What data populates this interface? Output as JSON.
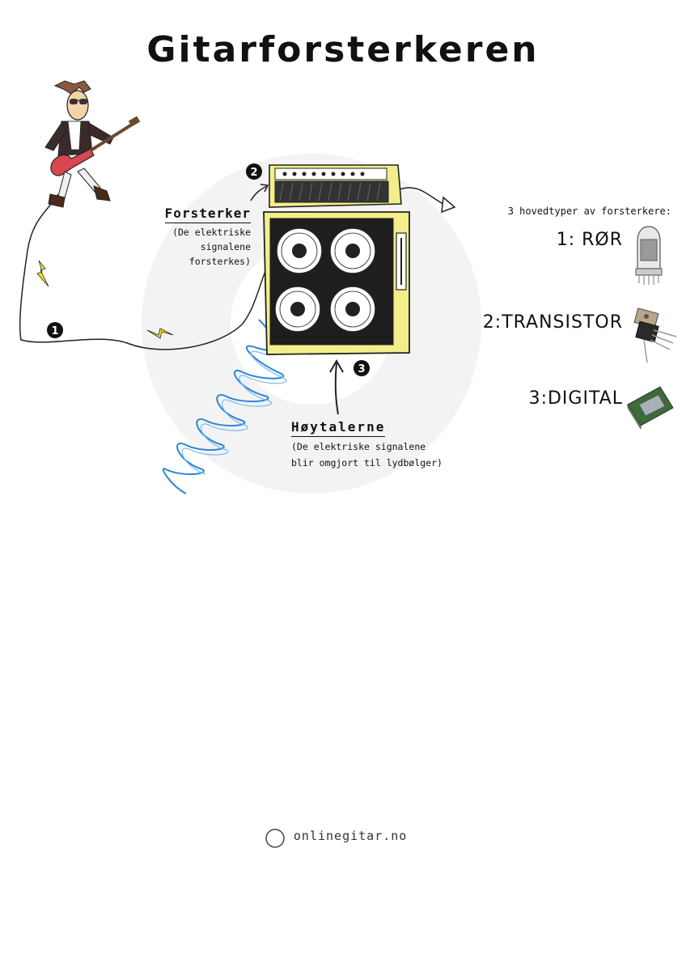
{
  "title": "Gitarforsterkeren",
  "steps": {
    "one": "1",
    "two": "2",
    "three": "3"
  },
  "amplifier": {
    "heading": "Forsterker",
    "description_line1": "(De elektriske signalene",
    "description_line2": "forsterkes)"
  },
  "speakers": {
    "heading": "Høytalerne",
    "description_line1": "(De elektriske signalene",
    "description_line2": "blir omgjort til lydbølger)"
  },
  "types": {
    "heading": "3 hovedtyper av forsterkere:",
    "items": [
      {
        "label": "1: RØR",
        "icon": "vacuum-tube-icon"
      },
      {
        "label": "2:TRANSISTOR",
        "icon": "transistor-icon"
      },
      {
        "label": "3:DIGITAL",
        "icon": "chip-icon"
      }
    ]
  },
  "footer": {
    "symbol": "©",
    "text": "onlinegitar.no"
  },
  "colors": {
    "amp_yellow": "#f3ee8a",
    "lightning": "#f4e41b",
    "wave_blue": "#2a86d8",
    "guitar_red": "#d9474f"
  }
}
